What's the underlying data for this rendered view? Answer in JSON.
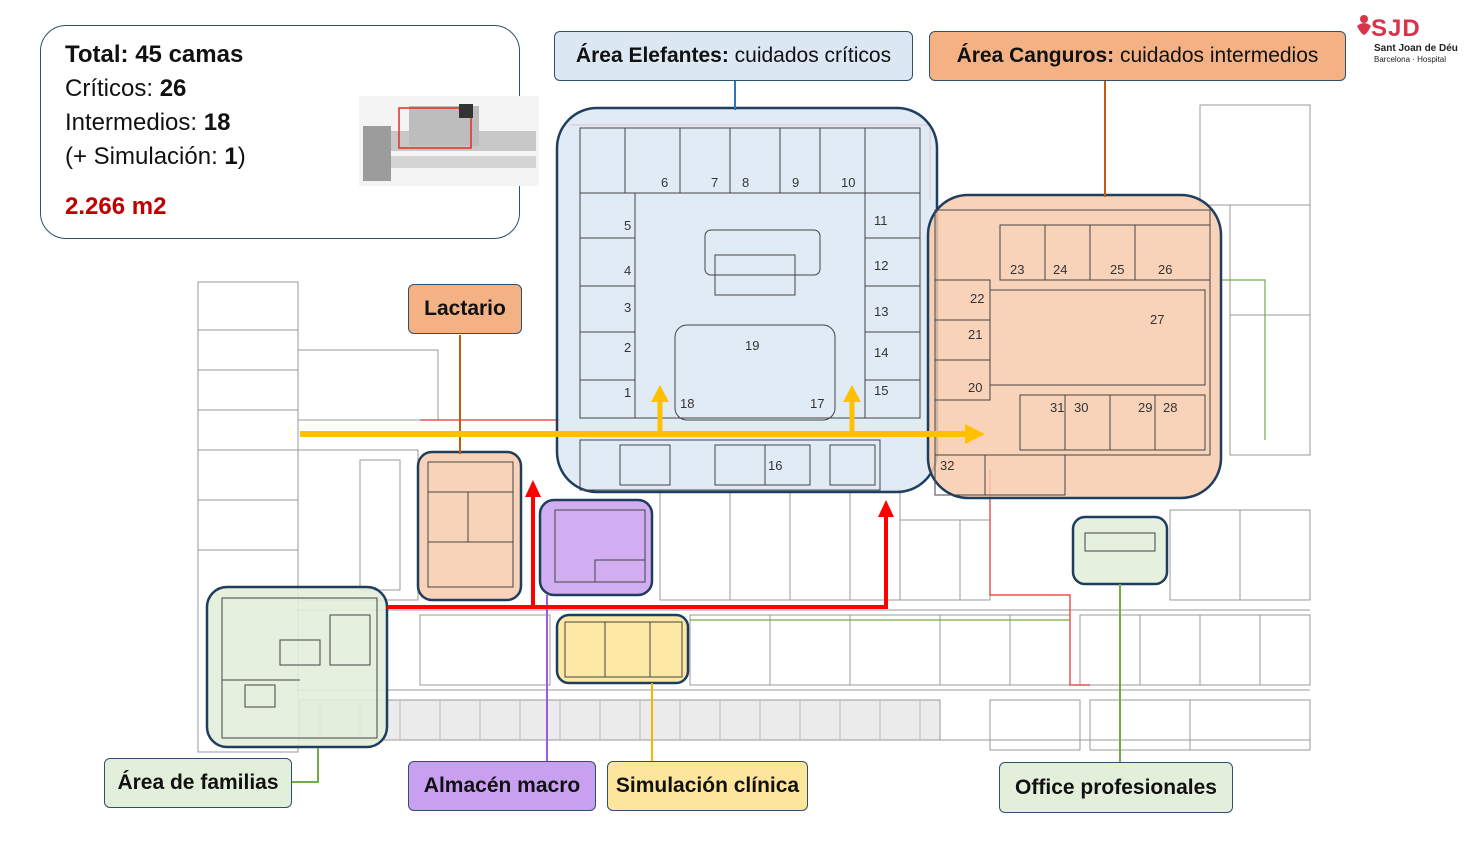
{
  "summary": {
    "total_label": "Total: 45 camas",
    "criticos_label": "Críticos: ",
    "criticos_value": "26",
    "intermedios_label": "Intermedios: ",
    "intermedios_value": "18",
    "simulacion_prefix": "(+ Simulación: ",
    "simulacion_value": "1",
    "simulacion_suffix": ")",
    "area": "2.266 m2"
  },
  "labels": {
    "elefantes_bold": "Área Elefantes:",
    "elefantes_rest": " cuidados críticos",
    "canguros_bold": "Área Canguros:",
    "canguros_rest": " cuidados intermedios",
    "lactario": "Lactario",
    "familias": "Área de familias",
    "almacen": "Almacén macro",
    "simulacion": "Simulación clínica",
    "office": "Office profesionales"
  },
  "logo": {
    "brand": "SJD",
    "line1": "Sant Joan de Déu",
    "line2": "Barcelona · Hospital"
  },
  "colors": {
    "elefantes": "#dbe7f3",
    "canguros": "#f4b183",
    "lactario": "#f4b183",
    "familias": "#e2efda",
    "almacen": "#c9a0f0",
    "simulacion": "#fde69b",
    "office": "#e2efda",
    "arrow_yellow": "#ffc000",
    "arrow_red": "#ff0000"
  },
  "room_numbers": [
    "6",
    "7",
    "8",
    "9",
    "10",
    "5",
    "11",
    "4",
    "12",
    "3",
    "13",
    "2",
    "14",
    "1",
    "15",
    "19",
    "18",
    "17",
    "16",
    "23",
    "24",
    "25",
    "26",
    "22",
    "21",
    "27",
    "20",
    "31",
    "30",
    "29",
    "28",
    "32"
  ]
}
